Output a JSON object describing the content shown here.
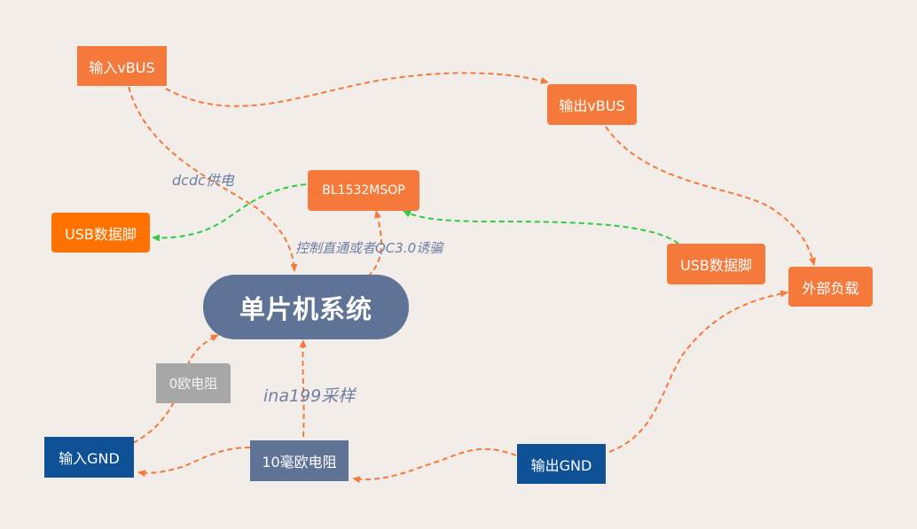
{
  "nodes": {
    "center": "单片机系统",
    "input_vbus": "输入vBUS",
    "output_vbus": "输出vBUS",
    "bl1532": "BL1532MSOP",
    "usb_left": "USB数据脚",
    "usb_right": "USB数据脚",
    "external_load": "外部负载",
    "zero_ohm": "0欧电阻",
    "input_gnd": "输入GND",
    "shunt": "10毫欧电阻",
    "output_gnd": "输出GND"
  },
  "labels": {
    "dcdc": "dcdc供电",
    "control": "控制直通或者QC3.0诱骗",
    "ina": "ina199采样"
  },
  "colors": {
    "edge_orange": "#f5793b",
    "edge_green": "#2ecc40",
    "node_orange": "#f5793b",
    "node_bright_orange": "#ff7200",
    "node_blue": "#0e5197",
    "node_slate": "#5f7397",
    "node_gray": "#a7a7a7",
    "label_text": "#6f7fa4",
    "background": "#f2ede8"
  }
}
